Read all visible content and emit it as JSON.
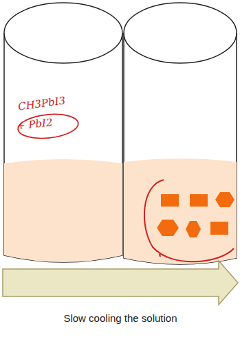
{
  "diagram": {
    "labels": [
      "CH3PbI3",
      "+ PbI2",
      "Slow cooling the solution"
    ]
  }
}
